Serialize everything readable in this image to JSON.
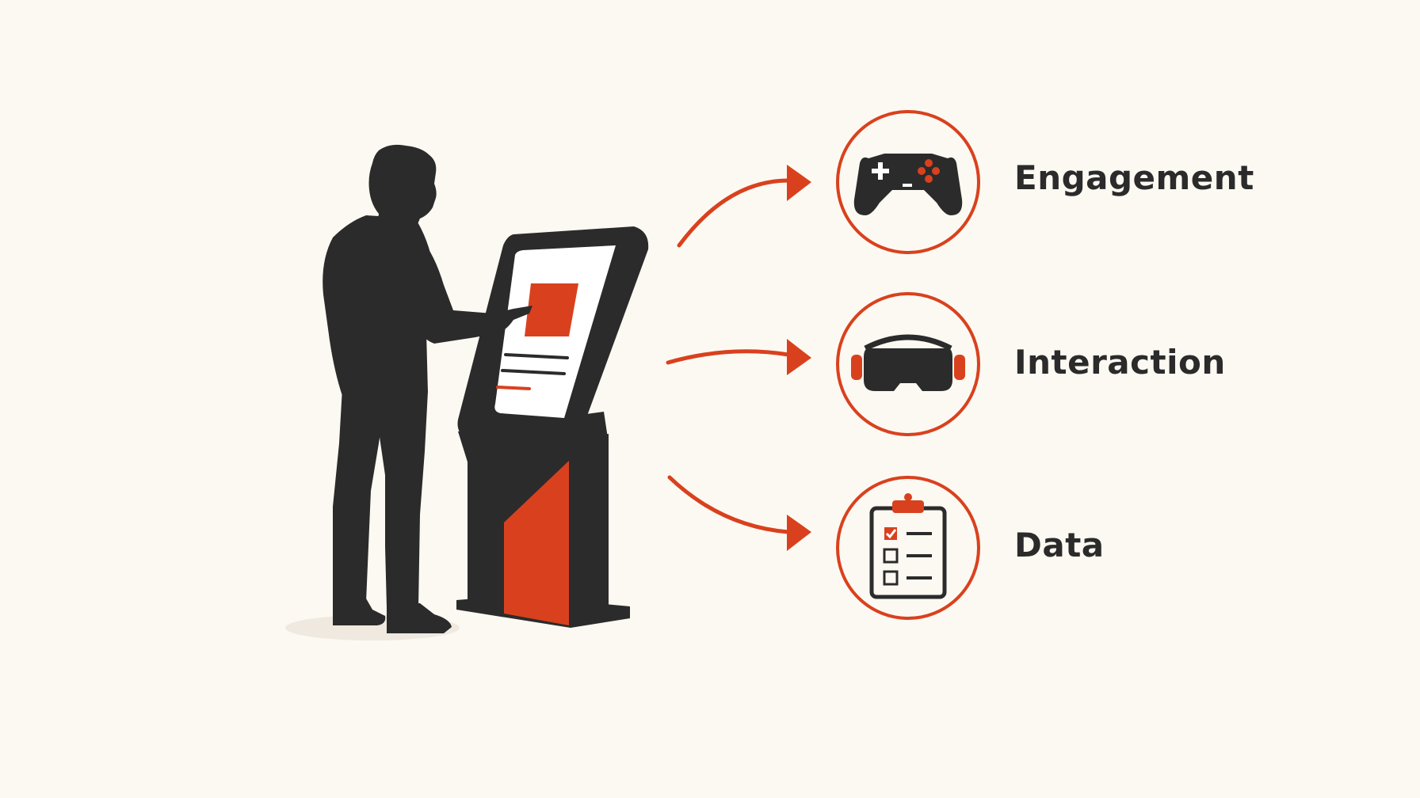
{
  "colors": {
    "background": "#fcf9f2",
    "silhouette": "#2b2b2b",
    "accent": "#d9411e",
    "screen": "#ffffff"
  },
  "figure": {
    "person": "person-silhouette",
    "kiosk": "touchscreen-kiosk"
  },
  "outcomes": [
    {
      "label": "Engagement",
      "icon": "gamepad-icon"
    },
    {
      "label": "Interaction",
      "icon": "vr-headset-icon"
    },
    {
      "label": "Data",
      "icon": "clipboard-checklist-icon"
    }
  ]
}
